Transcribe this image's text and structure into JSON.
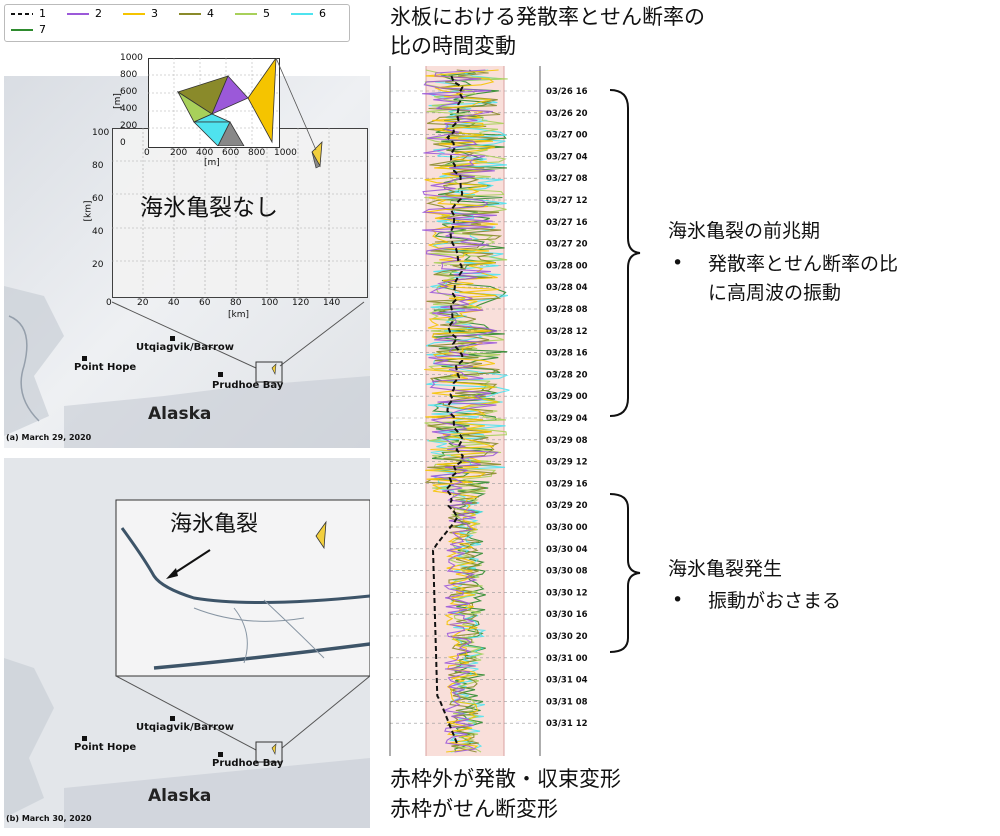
{
  "title": {
    "line1": "氷板における発散率とせん断率の",
    "line2": "比の時間変動"
  },
  "legend": [
    "1",
    "2",
    "3",
    "4",
    "5",
    "6",
    "7"
  ],
  "colors": {
    "s1": "#111111",
    "s2": "#9b59d9",
    "s3": "#f5c400",
    "s4": "#8a8a2a",
    "s5": "#a8d05a",
    "s6": "#4fe3ef",
    "s7": "#2e8b2e",
    "band": "#f8dcd6"
  },
  "panel_a": {
    "inset_xticks": [
      "0",
      "200",
      "400",
      "600",
      "800",
      "1000"
    ],
    "inset_yticks": [
      "1000",
      "800",
      "600",
      "400",
      "200",
      "0"
    ],
    "inset_unit": "[m]",
    "main_xticks": [
      "0",
      "20",
      "40",
      "60",
      "80",
      "100",
      "120",
      "140"
    ],
    "main_yticks": [
      "100",
      "80",
      "60",
      "40",
      "20"
    ],
    "main_unit": "[km]",
    "no_crack": "海氷亀裂なし",
    "utq": "Utqiagvik/Barrow",
    "point_hope": "Point Hope",
    "prudhoe": "Prudhoe Bay",
    "alaska": "Alaska",
    "caption": "(a) March 29, 2020"
  },
  "panel_b": {
    "crack": "海氷亀裂",
    "utq": "Utqiagvik/Barrow",
    "point_hope": "Point Hope",
    "prudhoe": "Prudhoe Bay",
    "alaska": "Alaska",
    "caption": "(b) March 30, 2020"
  },
  "annotations": {
    "precursor_title": "海氷亀裂の前兆期",
    "precursor_b1": "発散率とせん断率の比",
    "precursor_b2": "に高周波の振動",
    "crack_title": "海氷亀裂発生",
    "crack_b1": "振動がおさまる",
    "bullet": "•",
    "footer1": "赤枠外が発散・収束変形",
    "footer2": "赤枠がせん断変形"
  },
  "chart_data": {
    "type": "line",
    "orientation": "time on vertical axis, ratio on horizontal axis",
    "time_ticks": [
      "03/26 16",
      "03/26 20",
      "03/27 00",
      "03/27 04",
      "03/27 08",
      "03/27 12",
      "03/27 16",
      "03/27 20",
      "03/28 00",
      "03/28 04",
      "03/28 08",
      "03/28 12",
      "03/28 16",
      "03/28 20",
      "03/29 00",
      "03/29 04",
      "03/29 08",
      "03/29 12",
      "03/29 16",
      "03/29 20",
      "03/30 00",
      "03/30 04",
      "03/30 08",
      "03/30 12",
      "03/30 16",
      "03/30 20",
      "03/31 00",
      "03/31 04",
      "03/31 08",
      "03/31 12"
    ],
    "shaded_band": "shear deformation region (center)",
    "series": [
      {
        "name": "1",
        "style": "dashed"
      },
      {
        "name": "2"
      },
      {
        "name": "3"
      },
      {
        "name": "4"
      },
      {
        "name": "5"
      },
      {
        "name": "6"
      },
      {
        "name": "7"
      }
    ],
    "grid": true
  }
}
